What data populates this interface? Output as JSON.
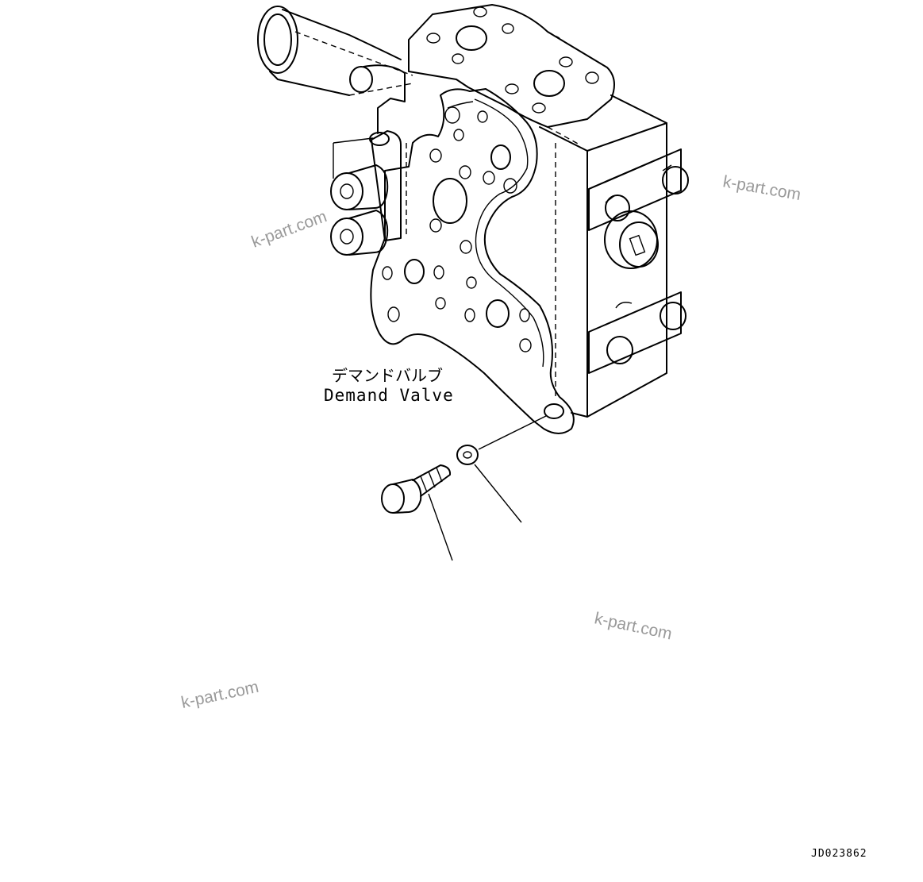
{
  "diagram": {
    "label_jp": "デマンドバルブ",
    "label_en": "Demand Valve",
    "drawing_code": "JD023862",
    "watermark": "k-part.com",
    "parts": [
      "valve-body",
      "bolt",
      "washer"
    ]
  }
}
